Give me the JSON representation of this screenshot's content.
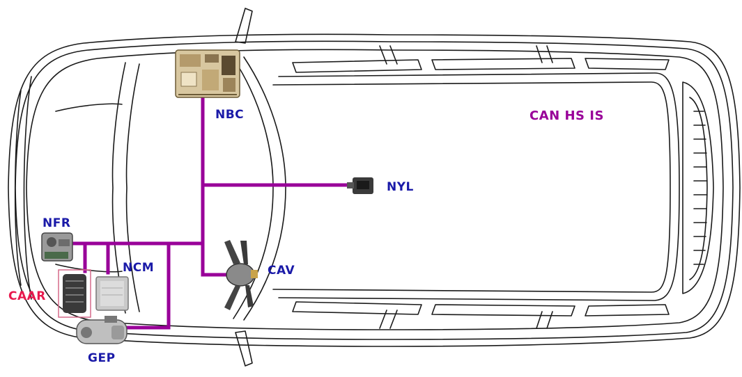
{
  "title": "CAN HS IS",
  "colors": {
    "bus": "#990099",
    "title": "#990099",
    "node_label": "#1a1aa8",
    "caar_label": "#e8194d",
    "car_outline": "#1a1a1a"
  },
  "nodes": {
    "nbc": {
      "label": "NBC",
      "icon": "body-controller-module"
    },
    "nyl": {
      "label": "NYL",
      "icon": "yaw-sensor-module"
    },
    "nfr": {
      "label": "NFR",
      "icon": "abs-brake-unit"
    },
    "ncm": {
      "label": "NCM",
      "icon": "engine-control-module"
    },
    "cav": {
      "label": "CAV",
      "icon": "steering-column-switch"
    },
    "caar": {
      "label": "CAAR",
      "icon": "caar-module"
    },
    "gep": {
      "label": "GEP",
      "icon": "power-steering-pump"
    }
  }
}
